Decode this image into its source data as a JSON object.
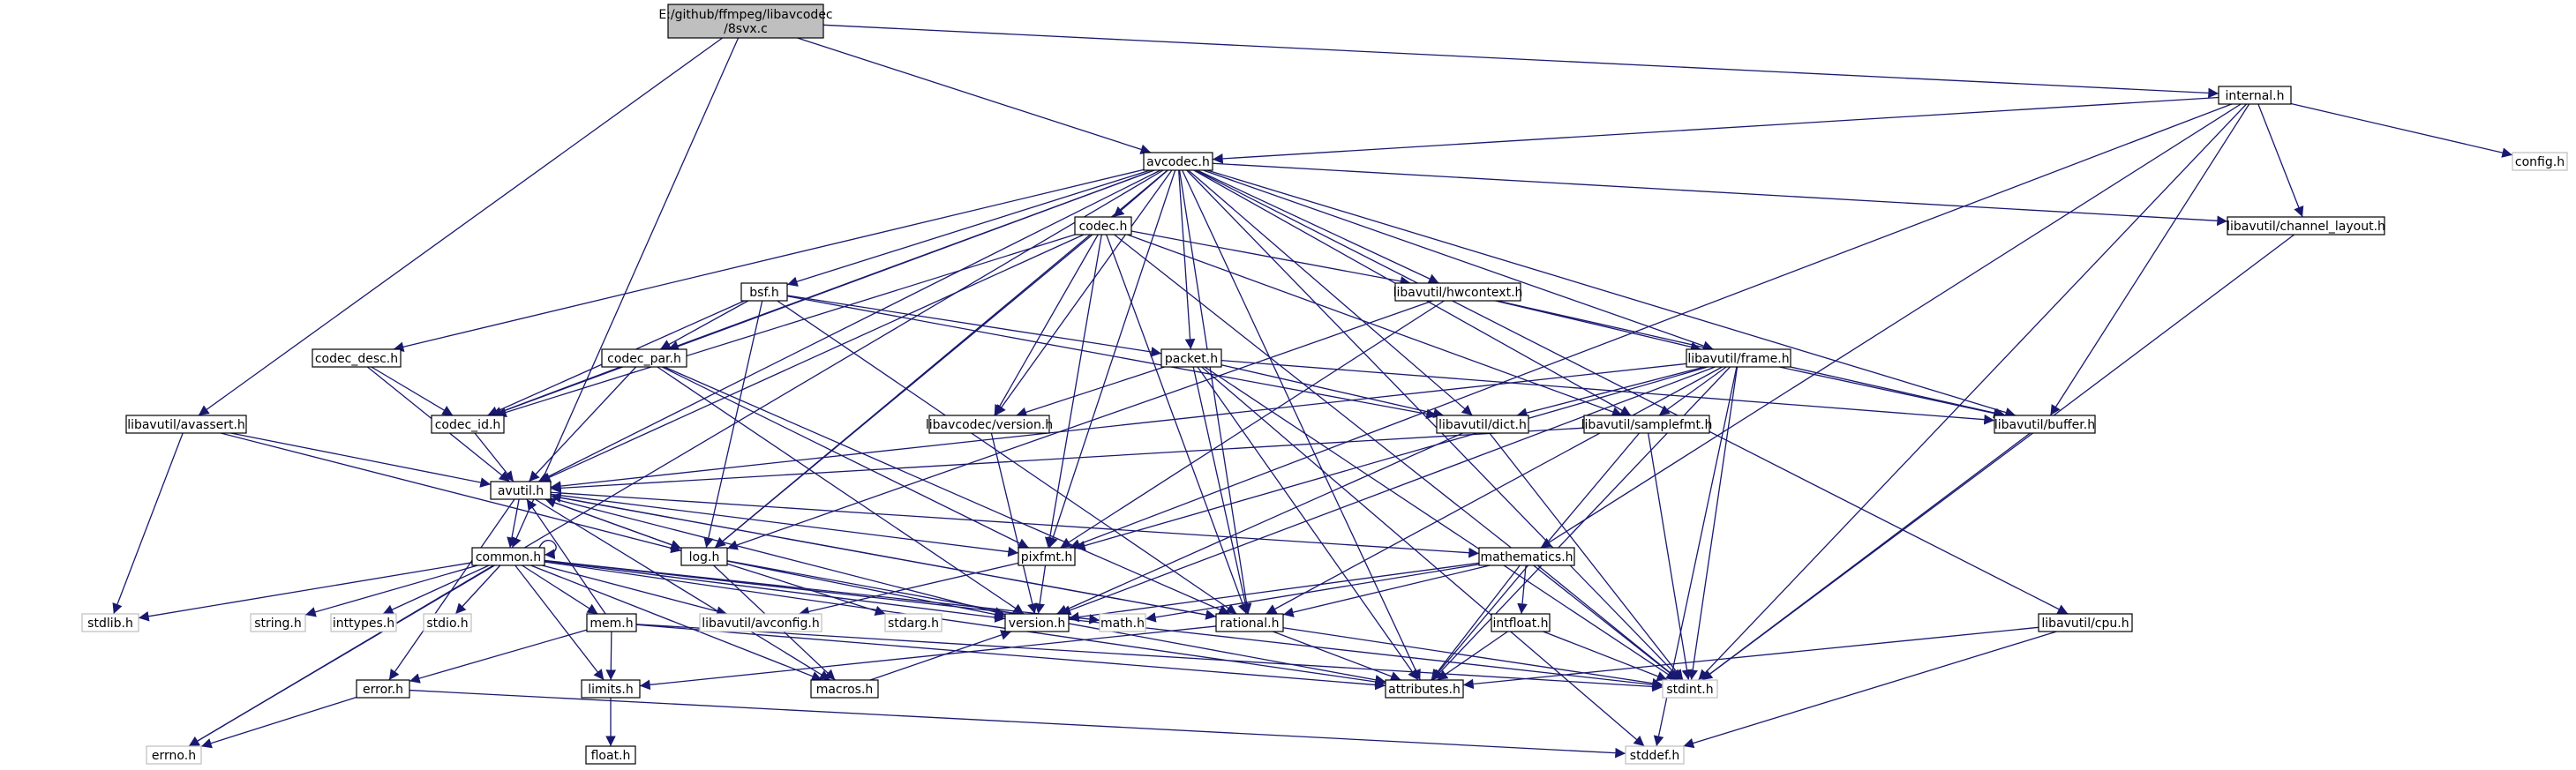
{
  "graph": {
    "colors": {
      "edge": "#191970",
      "root_fill": "#bfbfbf",
      "node_border": "#000000",
      "leaf_border": "#bfbfbf"
    },
    "nodes": [
      {
        "id": "root",
        "lines": [
          "E:/github/ffmpeg/libavcodec",
          "/8svx.c"
        ],
        "kind": "root"
      },
      {
        "id": "internal_h",
        "lines": [
          "internal.h"
        ],
        "kind": "doc"
      },
      {
        "id": "avcodec_h",
        "lines": [
          "avcodec.h"
        ],
        "kind": "doc"
      },
      {
        "id": "config_h",
        "lines": [
          "config.h"
        ],
        "kind": "leaf"
      },
      {
        "id": "codec_h",
        "lines": [
          "codec.h"
        ],
        "kind": "doc"
      },
      {
        "id": "ch_layout",
        "lines": [
          "libavutil/channel_layout.h"
        ],
        "kind": "doc"
      },
      {
        "id": "bsf_h",
        "lines": [
          "bsf.h"
        ],
        "kind": "doc"
      },
      {
        "id": "hwcontext",
        "lines": [
          "libavutil/hwcontext.h"
        ],
        "kind": "doc"
      },
      {
        "id": "codec_desc",
        "lines": [
          "codec_desc.h"
        ],
        "kind": "doc"
      },
      {
        "id": "codec_par",
        "lines": [
          "codec_par.h"
        ],
        "kind": "doc"
      },
      {
        "id": "packet_h",
        "lines": [
          "packet.h"
        ],
        "kind": "doc"
      },
      {
        "id": "frame_h",
        "lines": [
          "libavutil/frame.h"
        ],
        "kind": "doc"
      },
      {
        "id": "avassert",
        "lines": [
          "libavutil/avassert.h"
        ],
        "kind": "doc"
      },
      {
        "id": "codec_id",
        "lines": [
          "codec_id.h"
        ],
        "kind": "doc"
      },
      {
        "id": "lavc_version",
        "lines": [
          "libavcodec/version.h"
        ],
        "kind": "doc"
      },
      {
        "id": "dict_h",
        "lines": [
          "libavutil/dict.h"
        ],
        "kind": "doc"
      },
      {
        "id": "samplefmt",
        "lines": [
          "libavutil/samplefmt.h"
        ],
        "kind": "doc"
      },
      {
        "id": "buffer_h",
        "lines": [
          "libavutil/buffer.h"
        ],
        "kind": "doc"
      },
      {
        "id": "avutil_h",
        "lines": [
          "avutil.h"
        ],
        "kind": "doc"
      },
      {
        "id": "common_h",
        "lines": [
          "common.h"
        ],
        "kind": "doc"
      },
      {
        "id": "log_h",
        "lines": [
          "log.h"
        ],
        "kind": "doc"
      },
      {
        "id": "pixfmt_h",
        "lines": [
          "pixfmt.h"
        ],
        "kind": "doc"
      },
      {
        "id": "mathematics",
        "lines": [
          "mathematics.h"
        ],
        "kind": "doc"
      },
      {
        "id": "stdlib_h",
        "lines": [
          "stdlib.h"
        ],
        "kind": "leaf"
      },
      {
        "id": "string_h",
        "lines": [
          "string.h"
        ],
        "kind": "leaf"
      },
      {
        "id": "inttypes_h",
        "lines": [
          "inttypes.h"
        ],
        "kind": "leaf"
      },
      {
        "id": "stdio_h",
        "lines": [
          "stdio.h"
        ],
        "kind": "leaf"
      },
      {
        "id": "mem_h",
        "lines": [
          "mem.h"
        ],
        "kind": "doc"
      },
      {
        "id": "avconfig",
        "lines": [
          "libavutil/avconfig.h"
        ],
        "kind": "leaf"
      },
      {
        "id": "stdarg_h",
        "lines": [
          "stdarg.h"
        ],
        "kind": "leaf"
      },
      {
        "id": "version_h",
        "lines": [
          "version.h"
        ],
        "kind": "doc"
      },
      {
        "id": "math_h",
        "lines": [
          "math.h"
        ],
        "kind": "leaf"
      },
      {
        "id": "rational_h",
        "lines": [
          "rational.h"
        ],
        "kind": "doc"
      },
      {
        "id": "intfloat",
        "lines": [
          "intfloat.h"
        ],
        "kind": "doc"
      },
      {
        "id": "cpu_h",
        "lines": [
          "libavutil/cpu.h"
        ],
        "kind": "doc"
      },
      {
        "id": "error_h",
        "lines": [
          "error.h"
        ],
        "kind": "doc"
      },
      {
        "id": "limits_h",
        "lines": [
          "limits.h"
        ],
        "kind": "doc"
      },
      {
        "id": "macros_h",
        "lines": [
          "macros.h"
        ],
        "kind": "doc"
      },
      {
        "id": "attributes",
        "lines": [
          "attributes.h"
        ],
        "kind": "doc"
      },
      {
        "id": "stdint_h",
        "lines": [
          "stdint.h"
        ],
        "kind": "leaf"
      },
      {
        "id": "errno_h",
        "lines": [
          "errno.h"
        ],
        "kind": "leaf"
      },
      {
        "id": "float_h",
        "lines": [
          "float.h"
        ],
        "kind": "doc"
      },
      {
        "id": "stddef_h",
        "lines": [
          "stddef.h"
        ],
        "kind": "leaf"
      }
    ],
    "edges": [
      [
        "root",
        "internal_h"
      ],
      [
        "root",
        "avcodec_h"
      ],
      [
        "root",
        "common_h"
      ],
      [
        "root",
        "avassert"
      ],
      [
        "internal_h",
        "avcodec_h"
      ],
      [
        "internal_h",
        "config_h"
      ],
      [
        "internal_h",
        "ch_layout"
      ],
      [
        "internal_h",
        "buffer_h"
      ],
      [
        "internal_h",
        "pixfmt_h"
      ],
      [
        "internal_h",
        "mathematics"
      ],
      [
        "internal_h",
        "stdint_h"
      ],
      [
        "avcodec_h",
        "codec_h"
      ],
      [
        "avcodec_h",
        "ch_layout"
      ],
      [
        "avcodec_h",
        "bsf_h"
      ],
      [
        "avcodec_h",
        "hwcontext"
      ],
      [
        "avcodec_h",
        "codec_desc"
      ],
      [
        "avcodec_h",
        "codec_par"
      ],
      [
        "avcodec_h",
        "packet_h"
      ],
      [
        "avcodec_h",
        "frame_h"
      ],
      [
        "avcodec_h",
        "codec_id"
      ],
      [
        "avcodec_h",
        "lavc_version"
      ],
      [
        "avcodec_h",
        "dict_h"
      ],
      [
        "avcodec_h",
        "samplefmt"
      ],
      [
        "avcodec_h",
        "buffer_h"
      ],
      [
        "avcodec_h",
        "avutil_h"
      ],
      [
        "avcodec_h",
        "log_h"
      ],
      [
        "avcodec_h",
        "pixfmt_h"
      ],
      [
        "avcodec_h",
        "cpu_h"
      ],
      [
        "avcodec_h",
        "errno_h"
      ],
      [
        "avcodec_h",
        "attributes"
      ],
      [
        "avcodec_h",
        "rational_h"
      ],
      [
        "avcodec_h",
        "stdint_h"
      ],
      [
        "codec_h",
        "hwcontext"
      ],
      [
        "codec_h",
        "codec_id"
      ],
      [
        "codec_h",
        "lavc_version"
      ],
      [
        "codec_h",
        "avutil_h"
      ],
      [
        "codec_h",
        "log_h"
      ],
      [
        "codec_h",
        "pixfmt_h"
      ],
      [
        "codec_h",
        "rational_h"
      ],
      [
        "codec_h",
        "samplefmt"
      ],
      [
        "codec_h",
        "stdint_h"
      ],
      [
        "ch_layout",
        "stdint_h"
      ],
      [
        "bsf_h",
        "codec_id"
      ],
      [
        "bsf_h",
        "codec_par"
      ],
      [
        "bsf_h",
        "packet_h"
      ],
      [
        "bsf_h",
        "dict_h"
      ],
      [
        "bsf_h",
        "log_h"
      ],
      [
        "bsf_h",
        "rational_h"
      ],
      [
        "hwcontext",
        "buffer_h"
      ],
      [
        "hwcontext",
        "frame_h"
      ],
      [
        "hwcontext",
        "log_h"
      ],
      [
        "hwcontext",
        "pixfmt_h"
      ],
      [
        "codec_desc",
        "codec_id"
      ],
      [
        "codec_desc",
        "avutil_h"
      ],
      [
        "codec_par",
        "codec_id"
      ],
      [
        "codec_par",
        "avutil_h"
      ],
      [
        "codec_par",
        "rational_h"
      ],
      [
        "codec_par",
        "pixfmt_h"
      ],
      [
        "codec_par",
        "version_h"
      ],
      [
        "packet_h",
        "lavc_version"
      ],
      [
        "packet_h",
        "buffer_h"
      ],
      [
        "packet_h",
        "dict_h"
      ],
      [
        "packet_h",
        "rational_h"
      ],
      [
        "packet_h",
        "attributes"
      ],
      [
        "packet_h",
        "stddef_h"
      ],
      [
        "packet_h",
        "stdint_h"
      ],
      [
        "frame_h",
        "avutil_h"
      ],
      [
        "frame_h",
        "buffer_h"
      ],
      [
        "frame_h",
        "dict_h"
      ],
      [
        "frame_h",
        "samplefmt"
      ],
      [
        "frame_h",
        "rational_h"
      ],
      [
        "frame_h",
        "pixfmt_h"
      ],
      [
        "frame_h",
        "version_h"
      ],
      [
        "frame_h",
        "stddef_h"
      ],
      [
        "frame_h",
        "stdint_h"
      ],
      [
        "frame_h",
        "attributes"
      ],
      [
        "avassert",
        "avutil_h"
      ],
      [
        "avassert",
        "log_h"
      ],
      [
        "avassert",
        "stdlib_h"
      ],
      [
        "codec_id",
        "avutil_h"
      ],
      [
        "lavc_version",
        "version_h"
      ],
      [
        "dict_h",
        "stdint_h"
      ],
      [
        "dict_h",
        "version_h"
      ],
      [
        "samplefmt",
        "avutil_h"
      ],
      [
        "samplefmt",
        "attributes"
      ],
      [
        "samplefmt",
        "stdint_h"
      ],
      [
        "buffer_h",
        "stdint_h"
      ],
      [
        "avutil_h",
        "common_h"
      ],
      [
        "avutil_h",
        "log_h"
      ],
      [
        "avutil_h",
        "pixfmt_h"
      ],
      [
        "avutil_h",
        "mathematics"
      ],
      [
        "avutil_h",
        "rational_h"
      ],
      [
        "avutil_h",
        "version_h"
      ],
      [
        "avutil_h",
        "error_h"
      ],
      [
        "avutil_h",
        "macros_h"
      ],
      [
        "common_h",
        "stdlib_h"
      ],
      [
        "common_h",
        "string_h"
      ],
      [
        "common_h",
        "inttypes_h"
      ],
      [
        "common_h",
        "stdio_h"
      ],
      [
        "common_h",
        "mem_h"
      ],
      [
        "common_h",
        "avconfig"
      ],
      [
        "common_h",
        "version_h"
      ],
      [
        "common_h",
        "math_h"
      ],
      [
        "common_h",
        "errno_h"
      ],
      [
        "common_h",
        "limits_h"
      ],
      [
        "common_h",
        "macros_h"
      ],
      [
        "common_h",
        "attributes"
      ],
      [
        "common_h",
        "stdint_h"
      ],
      [
        "common_h",
        "common_h"
      ],
      [
        "log_h",
        "avutil_h"
      ],
      [
        "log_h",
        "stdarg_h"
      ],
      [
        "log_h",
        "version_h"
      ],
      [
        "log_h",
        "attributes"
      ],
      [
        "log_h",
        "macros_h"
      ],
      [
        "pixfmt_h",
        "avconfig"
      ],
      [
        "pixfmt_h",
        "version_h"
      ],
      [
        "mathematics",
        "math_h"
      ],
      [
        "mathematics",
        "intfloat"
      ],
      [
        "mathematics",
        "rational_h"
      ],
      [
        "mathematics",
        "attributes"
      ],
      [
        "mathematics",
        "stdint_h"
      ],
      [
        "mathematics",
        "version_h"
      ],
      [
        "mem_h",
        "avutil_h"
      ],
      [
        "mem_h",
        "limits_h"
      ],
      [
        "mem_h",
        "error_h"
      ],
      [
        "mem_h",
        "attributes"
      ],
      [
        "mem_h",
        "stdint_h"
      ],
      [
        "rational_h",
        "avutil_h"
      ],
      [
        "rational_h",
        "limits_h"
      ],
      [
        "rational_h",
        "attributes"
      ],
      [
        "rational_h",
        "stdint_h"
      ],
      [
        "intfloat",
        "attributes"
      ],
      [
        "intfloat",
        "stdint_h"
      ],
      [
        "cpu_h",
        "attributes"
      ],
      [
        "cpu_h",
        "stddef_h"
      ],
      [
        "error_h",
        "errno_h"
      ],
      [
        "error_h",
        "stddef_h"
      ],
      [
        "limits_h",
        "float_h"
      ],
      [
        "macros_h",
        "version_h"
      ]
    ]
  }
}
